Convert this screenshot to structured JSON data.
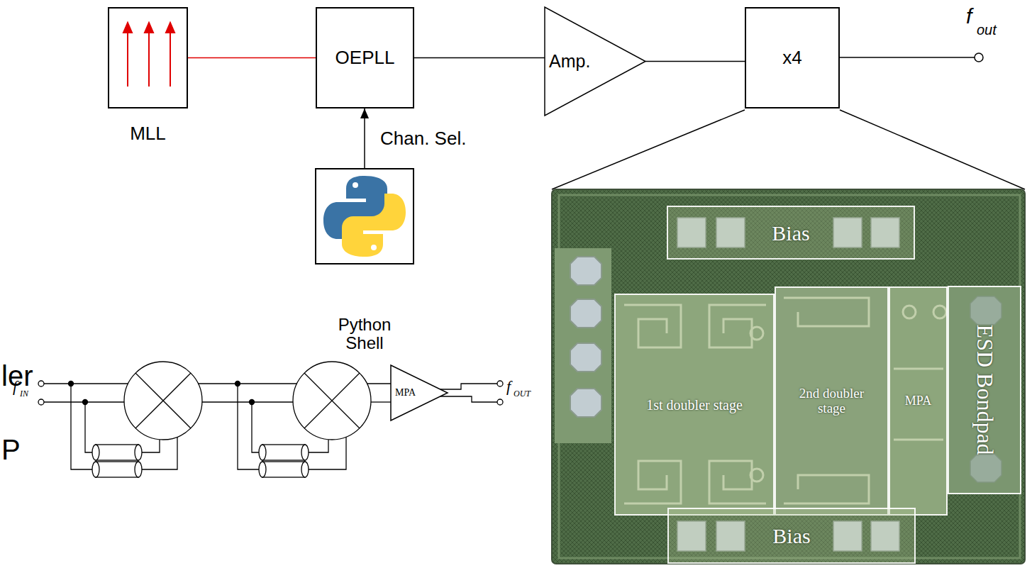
{
  "diagram": {
    "nodes": [
      {
        "text": [
          "MLL"
        ]
      },
      {
        "text": [
          "OEPLL"
        ]
      },
      {
        "text": [
          "Amp."
        ]
      },
      {
        "text": [
          "x4"
        ]
      },
      {
        "text": [
          "Python Shell"
        ]
      },
      {
        "text": [
          "Bias"
        ]
      },
      {
        "text": [
          "1st doubler stage"
        ]
      },
      {
        "text": [
          "2nd doubler stage"
        ]
      },
      {
        "text": [
          "MPA"
        ]
      },
      {
        "text": [
          "ESD Bondpad"
        ]
      },
      {
        "text": [
          "Bias"
        ]
      },
      {
        "text": [
          "MPA"
        ]
      }
    ],
    "edges": [
      {
        "from": 0,
        "to": 1,
        "arrow": "none"
      },
      {
        "from": 1,
        "to": 2,
        "arrow": "none"
      },
      {
        "from": 2,
        "to": 3,
        "arrow": "none"
      },
      {
        "from": 4,
        "to": 1,
        "label": "Chan. Sel.",
        "arrow": "to"
      }
    ],
    "labels": [
      "f",
      "out",
      "ler",
      "P",
      "f",
      "IN",
      "f",
      "OUT"
    ]
  }
}
